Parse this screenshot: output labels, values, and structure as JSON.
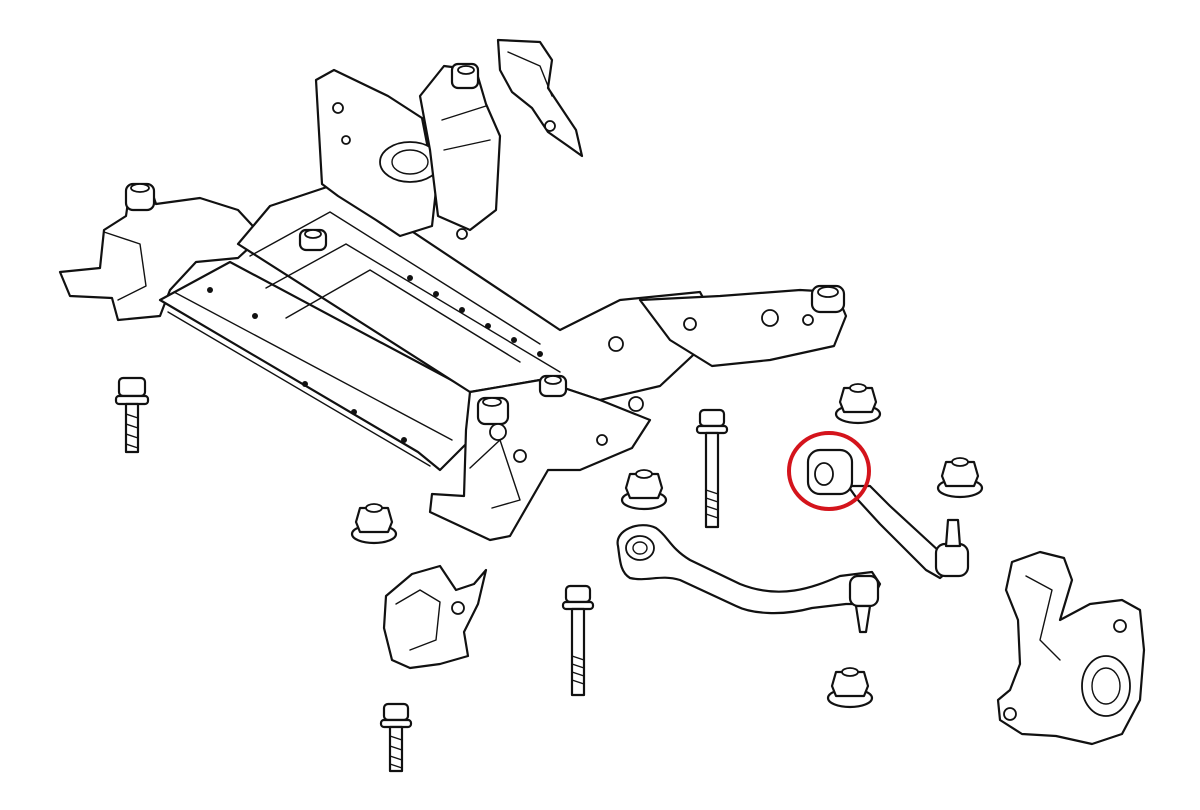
{
  "diagram": {
    "highlight_color": "#d4141c",
    "line_color": "#111111",
    "background": "#ffffff",
    "parts": [
      "front-subframe",
      "subframe-brace-top",
      "subframe-bracket-lower-left",
      "wishbone-control-arm",
      "tension-strut-arm",
      "steering-knuckle",
      "subframe-bolt",
      "flange-nut",
      "highlighted-bushing"
    ]
  }
}
